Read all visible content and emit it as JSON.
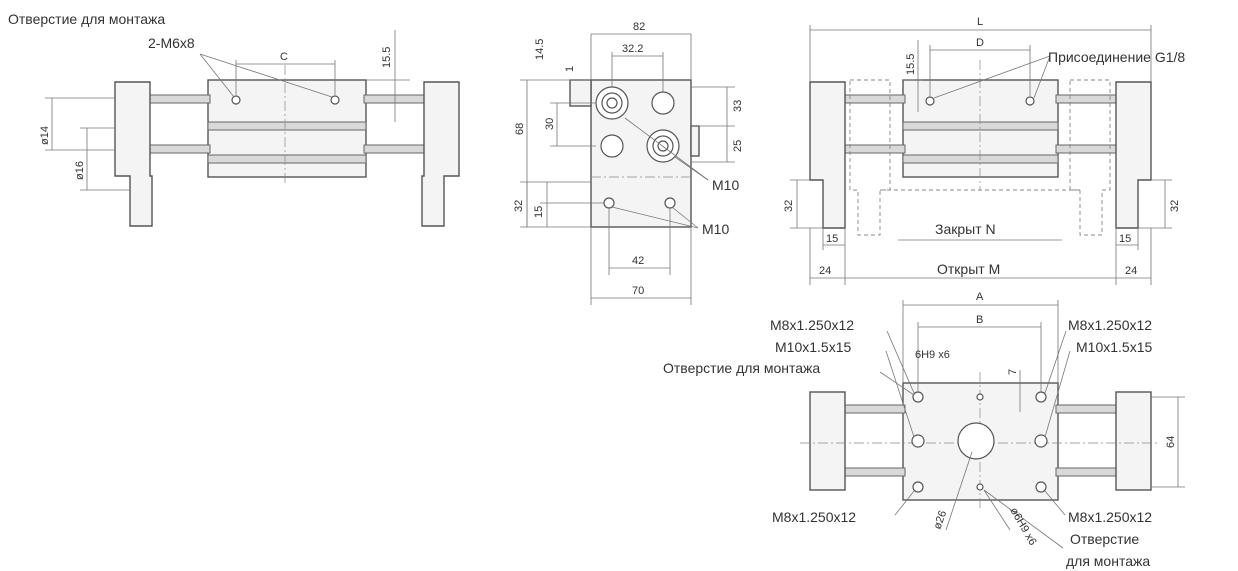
{
  "labels": {
    "mount_hole_left": "Отверстие для монтажа",
    "thread_2m6": "2-M6x8",
    "port_g18": "Присоединение G1/8",
    "m10_a": "M10",
    "m10_b": "M10",
    "closed_n": "Закрыт N",
    "open_m": "Открыт M",
    "m8_tl": "M8x1.250x12",
    "m8_tr": "M8x1.250x12",
    "m10x15_l": "M10x1.5x15",
    "m10x15_r": "M10x1.5x15",
    "mount_hole_bottom_left": "Отверстие для монтажа",
    "m8_bl": "M8x1.250x12",
    "m8_br": "M8x1.250x12",
    "mount_hole_br_line1": "Отверстие",
    "mount_hole_br_line2": "для монтажа"
  },
  "dims": {
    "c": "C",
    "d155_left": "15.5",
    "d14": "ø14",
    "d16": "ø16",
    "d82": "82",
    "d145": "14.5",
    "d322": "32.2",
    "d1": "1",
    "d68": "68",
    "d30": "30",
    "d33": "33",
    "d25": "25",
    "d32_mid": "32",
    "d15_mid": "15",
    "d42": "42",
    "d70": "70",
    "l": "L",
    "d": "D",
    "d155_right": "15.5",
    "d32_r_left": "32",
    "d32_r_right": "32",
    "d15_r_left": "15",
    "d15_r_right": "15",
    "d24_left": "24",
    "d24_right": "24",
    "a": "A",
    "b": "B",
    "d6h9x6": "6H9 x6",
    "d7": "7",
    "d64": "64",
    "d26": "ø26",
    "d6h9x6_b": "ø6H9 x6"
  }
}
